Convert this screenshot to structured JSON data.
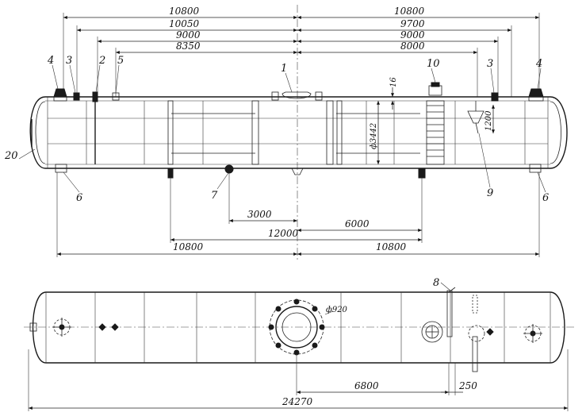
{
  "top_view": {
    "dims_left": [
      "10800",
      "10050",
      "9000",
      "8350"
    ],
    "dims_right": [
      "10800",
      "9700",
      "9000",
      "8000"
    ],
    "dim_16": "16",
    "dim_diam": "ф3442",
    "dim_1200": "1200",
    "dim_3000": "3000",
    "dim_6000": "6000",
    "dim_12000": "12000",
    "dim_bottom_left": "10800",
    "dim_bottom_right": "10800",
    "labels": {
      "n1": "1",
      "n2": "2",
      "n3a": "3",
      "n3b": "3",
      "n4a": "4",
      "n4b": "4",
      "n5": "5",
      "n6a": "6",
      "n6b": "6",
      "n7": "7",
      "n9": "9",
      "n10": "10",
      "n20": "20"
    }
  },
  "bottom_view": {
    "label_8": "8",
    "dim_920": "ф920",
    "dim_6800": "6800",
    "dim_250": "250",
    "dim_total": "24270"
  }
}
